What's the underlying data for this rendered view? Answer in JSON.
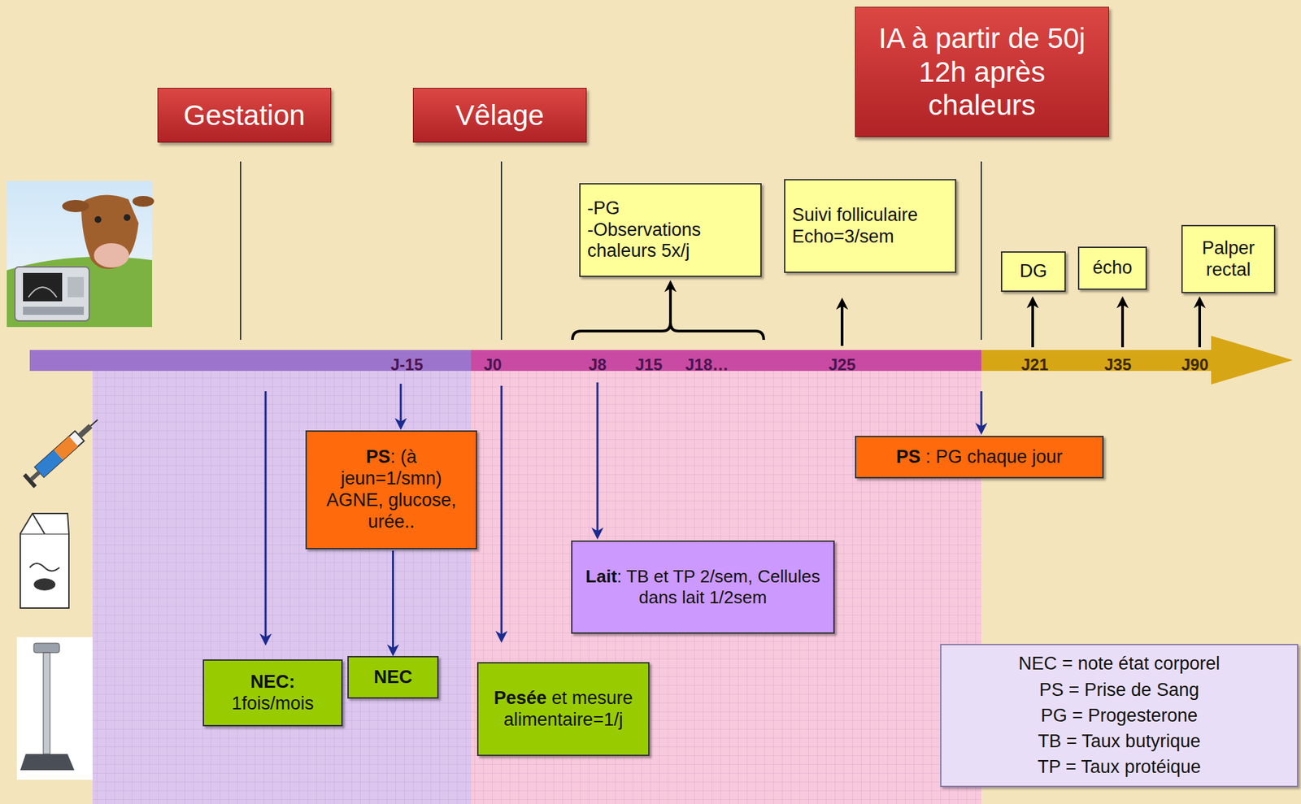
{
  "diagram": {
    "nodes": [
      {
        "text": [
          "Gestation"
        ]
      },
      {
        "text": [
          "Vêlage"
        ]
      },
      {
        "text": [
          "IA à partir de 50j 12h après chaleurs"
        ]
      },
      {
        "text": [
          "-PG",
          "-Observations chaleurs 5x/j"
        ]
      },
      {
        "text": [
          "Suivi folliculaire",
          "Echo=3/sem"
        ]
      },
      {
        "text": [
          "DG"
        ]
      },
      {
        "text": [
          "écho"
        ]
      },
      {
        "text": [
          "Palper rectal"
        ]
      },
      {
        "text": [
          "PS",
          ": (à jeun=1/smn) AGNE, glucose, urée.."
        ]
      },
      {
        "text": [
          "NEC:",
          "1fois/mois"
        ]
      },
      {
        "text": [
          "NEC"
        ]
      },
      {
        "text": [
          "Pesée",
          "et mesure alimentaire=1/j"
        ]
      },
      {
        "text": [
          "Lait",
          ": TB et TP 2/sem, Cellules dans lait 1/2sem"
        ]
      },
      {
        "text": [
          "PS",
          ": PG chaque jour"
        ]
      }
    ],
    "edges": [
      {
        "from": 8,
        "to": 10,
        "arrow": "to"
      }
    ],
    "labels": [
      "J-15",
      "J0",
      "J8",
      "J15",
      "J18…",
      "J25",
      "J21",
      "J35",
      "J90"
    ],
    "legend": [
      {
        "text": "NEC = note état corporel"
      },
      {
        "text": "PS = Prise de Sang"
      },
      {
        "text": "PG = Progesterone"
      },
      {
        "text": "TB = Taux butyrique"
      },
      {
        "text": "TP = Taux protéique"
      }
    ]
  }
}
